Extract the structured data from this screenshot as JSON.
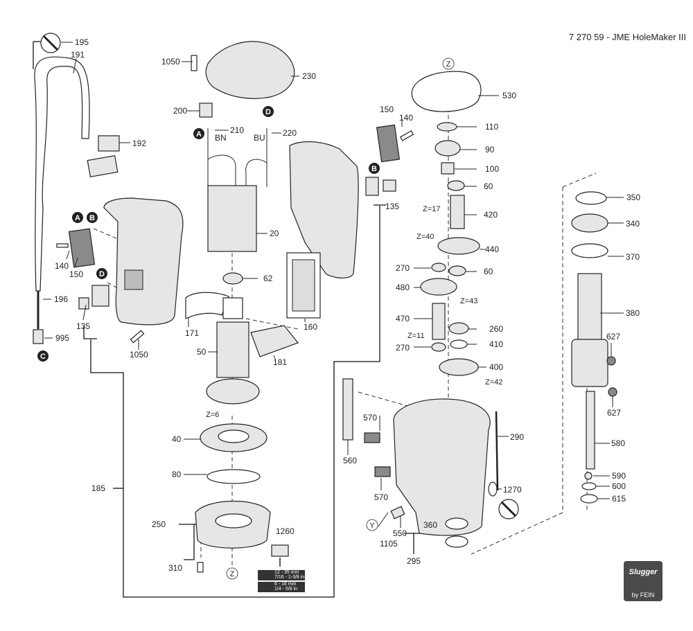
{
  "header": {
    "title": "7 270 59 - JME HoleMaker III"
  },
  "logo": {
    "brand": "Slugger",
    "sub": "by FEIN"
  },
  "rating_label": {
    "row1_mm": "12 - 35 mm",
    "row1_in": "7/16 - 1-3/8 in",
    "row2_mm": "6 - 16 mm",
    "row2_in": "1/4 - 5/8 in"
  },
  "badges": {
    "a": "A",
    "b": "B",
    "c": "C",
    "d": "D",
    "y": "Y",
    "z": "Z"
  },
  "wire_labels": {
    "bn": "BN",
    "bu": "BU"
  },
  "tooth_counts": {
    "z17": "Z=17",
    "z40": "Z=40",
    "z43": "Z=43",
    "z11": "Z=11",
    "z42": "Z=42",
    "z6": "Z=6"
  },
  "parts": {
    "p195": "195",
    "p191": "191",
    "p192": "192",
    "p196": "196",
    "p995": "995",
    "p140a": "140",
    "p150a": "150",
    "p135a": "135",
    "p1050a": "1050",
    "p1050b": "1050",
    "p230": "230",
    "p200": "200",
    "p210": "210",
    "p220": "220",
    "p20": "20",
    "p62": "62",
    "p171": "171",
    "p50": "50",
    "p181": "181",
    "p160": "160",
    "p40": "40",
    "p80": "80",
    "p185": "185",
    "p250": "250",
    "p310": "310",
    "p1260": "1260",
    "p150b": "150",
    "p140b": "140",
    "p135b": "135",
    "p530": "530",
    "p110": "110",
    "p90": "90",
    "p100": "100",
    "p60a": "60",
    "p420": "420",
    "p440": "440",
    "p270a": "270",
    "p60b": "60",
    "p480": "480",
    "p470": "470",
    "p260": "260",
    "p410": "410",
    "p270b": "270",
    "p400": "400",
    "p560": "560",
    "p570a": "570",
    "p570b": "570",
    "p290": "290",
    "p1270": "1270",
    "p550": "550",
    "p1105": "1105",
    "p360": "360",
    "p295": "295",
    "p350": "350",
    "p340": "340",
    "p370": "370",
    "p380": "380",
    "p627a": "627",
    "p627b": "627",
    "p580": "580",
    "p590": "590",
    "p600": "600",
    "p615": "615"
  }
}
